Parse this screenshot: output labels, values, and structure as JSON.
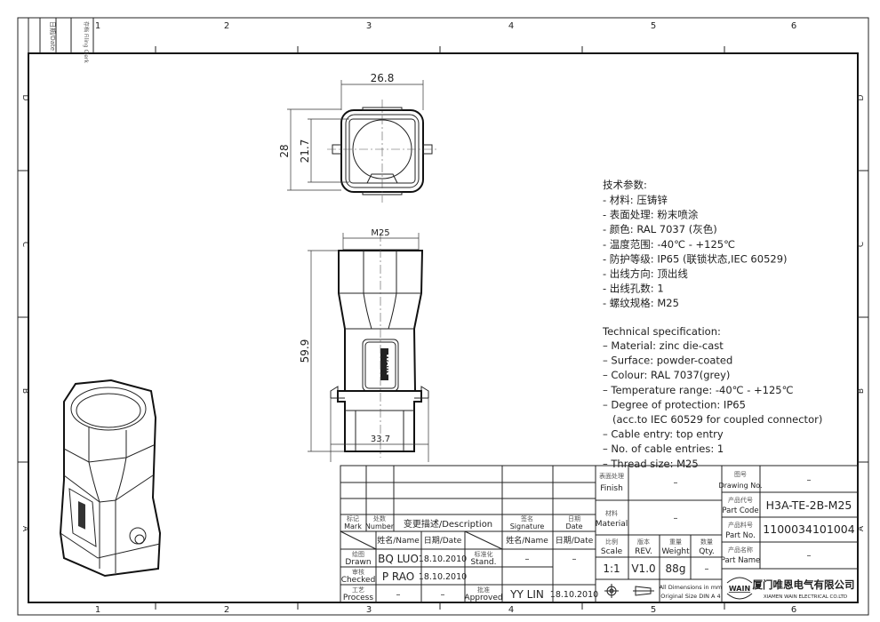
{
  "sheet": {
    "side_labels": {
      "date": "日期/Date",
      "filing": "存档 Filing Clerk"
    },
    "zones_x": [
      "1",
      "2",
      "3",
      "4",
      "5",
      "6"
    ],
    "zones_y": [
      "D",
      "C",
      "B",
      "A"
    ]
  },
  "views": {
    "top": {
      "width_dim": "26.8",
      "outer_height_dim": "28",
      "inner_height_dim": "21.7"
    },
    "front": {
      "thread_dim": "M25",
      "height_dim": "59.9",
      "base_width_dim": "33.7",
      "logo": "WAIN"
    }
  },
  "spec_cn": {
    "title": "技术参数:",
    "lines": [
      "- 材料: 压铸锌",
      "- 表面处理: 粉末喷涂",
      "- 颜色: RAL 7037 (灰色)",
      "- 温度范围: -40℃ - +125℃",
      "- 防护等级: IP65 (联锁状态,IEC 60529)",
      "- 出线方向: 顶出线",
      "- 出线孔数: 1",
      "- 螺纹规格: M25"
    ]
  },
  "spec_en": {
    "title": "Technical specification:",
    "lines": [
      "– Material: zinc die-cast",
      "– Surface: powder-coated",
      "– Colour: RAL 7037(grey)",
      "– Temperature range: -40℃ - +125℃",
      "– Degree of protection: IP65",
      "   (acc.to IEC 60529 for coupled connector)",
      "– Cable entry: top entry",
      "– No. of cable entries: 1",
      "– Thread size: M25"
    ]
  },
  "revision_block": {
    "mark_cn": "标记",
    "mark": "Mark",
    "number_cn": "处数",
    "number": "Number",
    "description": "变更描述/Description",
    "signature_cn": "签名",
    "signature": "Signature",
    "date_cn": "日期",
    "date": "Date",
    "name_hdr": "姓名/Name",
    "date_hdr": "日期/Date",
    "name_hdr2": "姓名/Name",
    "date_hdr2": "日期/Date",
    "drawn_cn": "绘图",
    "drawn": "Drawn",
    "drawn_name": "BQ  LUO",
    "drawn_date": "18.10.2010",
    "stand_cn": "标准化",
    "stand": "Stand.",
    "stand_name": "–",
    "stand_date": "–",
    "checked_cn": "审核",
    "checked": "Checked",
    "checked_name": "P  RAO",
    "checked_date": "18.10.2010",
    "process_cn": "工艺",
    "process": "Process",
    "process_name": "–",
    "process_date": "–",
    "approved_cn": "批准",
    "approved": "Approved",
    "approved_name": "YY  LIN",
    "approved_date": "18.10.2010"
  },
  "title_block": {
    "finish_cn": "表面处理",
    "finish": "Finish",
    "finish_value": "–",
    "material_cn": "材料",
    "material": "Material",
    "material_value": "–",
    "scale_cn": "比例",
    "scale": "Scale",
    "scale_value": "1:1",
    "rev_cn": "版本",
    "rev": "REV.",
    "rev_value": "V1.0",
    "weight_cn": "重量",
    "weight": "Weight",
    "weight_value": "88g",
    "qty_cn": "数量",
    "qty": "Qty.",
    "qty_value": "–",
    "dims_note_1": "All Dimensions in mm",
    "dims_note_2": "Original Size DIN A 4",
    "drawing_no_cn": "图号",
    "drawing_no": "Drawing No.",
    "drawing_no_value": "–",
    "part_code_cn": "产品代号",
    "part_code": "Part Code",
    "part_code_value": "H3A-TE-2B-M25",
    "part_no_cn": "产品料号",
    "part_no": "Part No.",
    "part_no_value": "1100034101004",
    "part_name_cn": "产品名称",
    "part_name": "Part Name",
    "part_name_value": "–",
    "logo": "WAIN",
    "company_cn": "厦门唯恩电气有限公司",
    "company_en": "XIAMEN WAIN ELECTRICAL CO.LTD",
    "projection_icon": "first-angle-projection-icon",
    "taper_icon": "taper-symbol-icon"
  }
}
